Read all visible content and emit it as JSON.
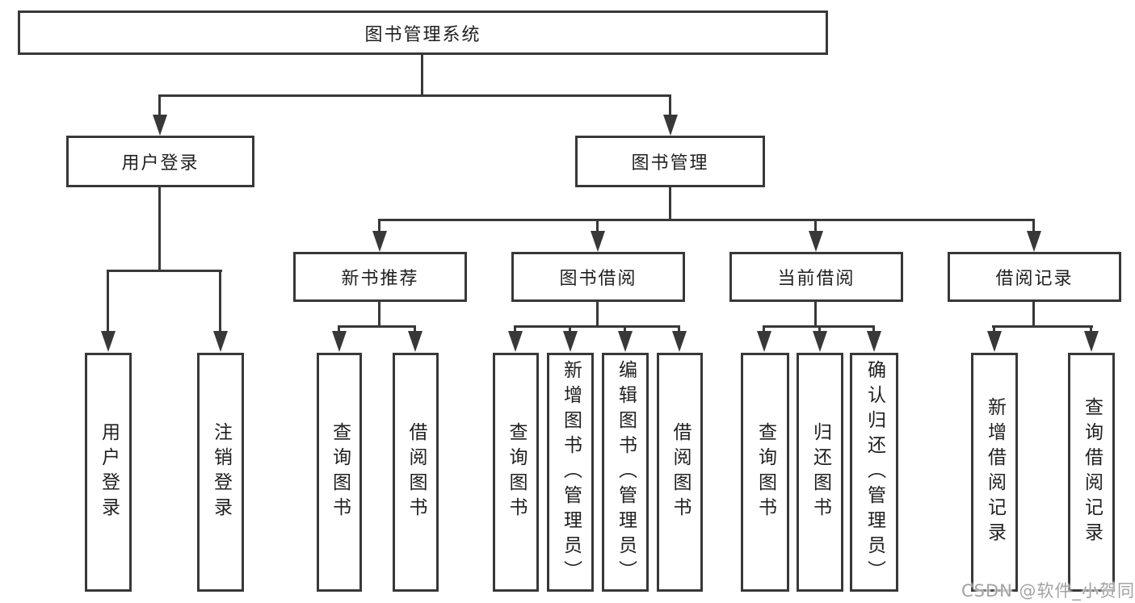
{
  "root": {
    "label": "图书管理系统"
  },
  "user_login": {
    "label": "用户登录",
    "children": [
      "用户登录",
      "注销登录"
    ]
  },
  "book_management": {
    "label": "图书管理"
  },
  "sections": [
    {
      "label": "新书推荐",
      "children": [
        "查询图书",
        "借阅图书"
      ]
    },
    {
      "label": "图书借阅",
      "children": [
        "查询图书",
        "新增图书（管理员）",
        "编辑图书（管理员）",
        "借阅图书"
      ]
    },
    {
      "label": "当前借阅",
      "children": [
        "查询图书",
        "归还图书",
        "确认归还（管理员）"
      ]
    },
    {
      "label": "借阅记录",
      "children": [
        "新增借阅记录",
        "查询借阅记录"
      ]
    }
  ],
  "watermark": "CSDN @软件_小贺同学",
  "colors": {
    "line": "#383838",
    "text": "#1f1f1f",
    "background": "#ffffff",
    "watermark": "#a3a3a3"
  }
}
